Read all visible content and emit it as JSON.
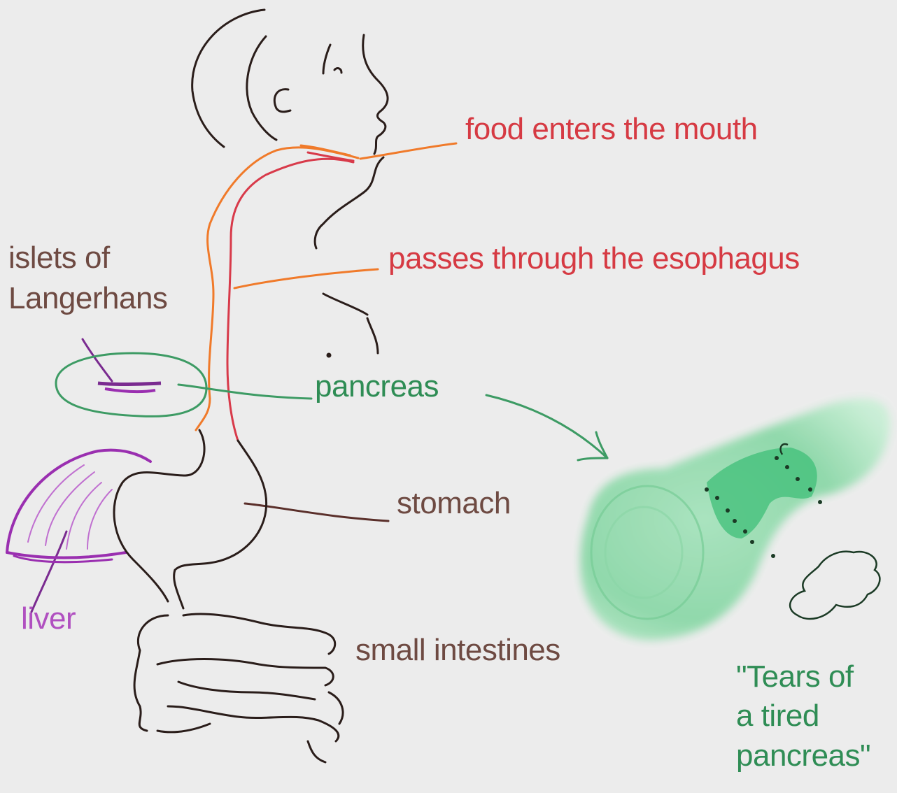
{
  "colors": {
    "background": "#ececec",
    "red_label": "#d63a43",
    "brown_label": "#6e4a42",
    "green_label": "#2f8d55",
    "purple_label": "#b050c0",
    "esophagus_orange": "#f07a2a",
    "esophagus_red": "#d83a4a",
    "pancreas_green": "#3d9b64",
    "liver_purple": "#9a2fb0",
    "outline": "#2a1d1a"
  },
  "labels": {
    "mouth": "food enters the mouth",
    "esophagus": "passes through the esophagus",
    "islets": "islets of\nLangerhans",
    "pancreas": "pancreas",
    "stomach": "stomach",
    "liver": "liver",
    "intestines": "small intestines",
    "tired_pancreas": "\"Tears of\na tired\npancreas\""
  }
}
